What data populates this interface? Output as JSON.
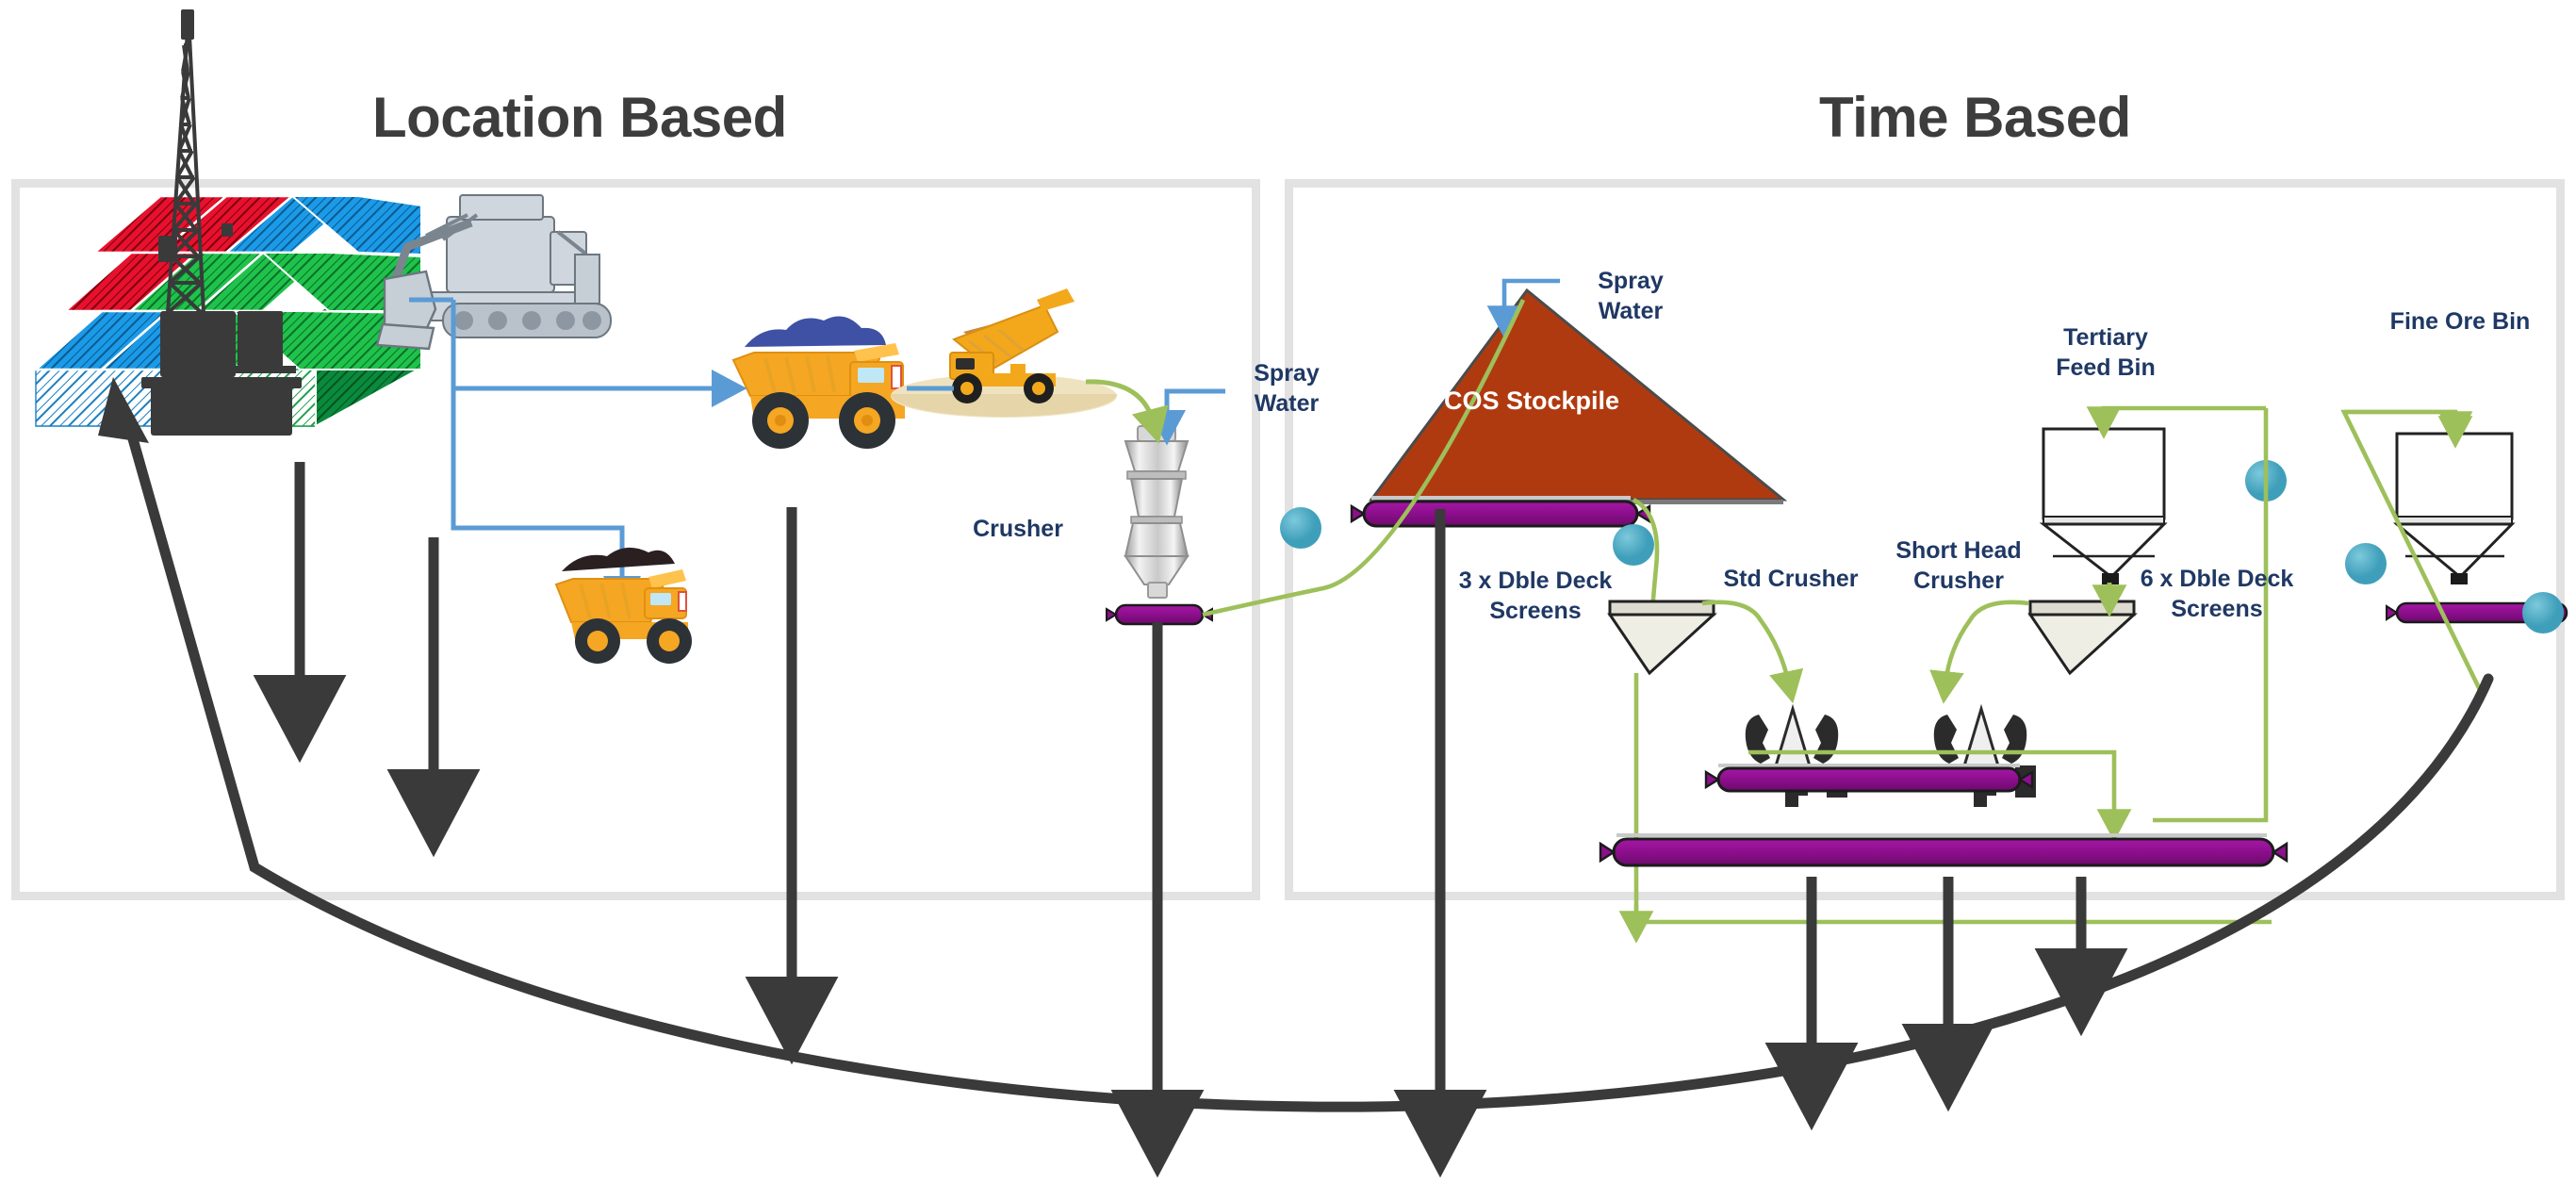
{
  "headings": {
    "left": "Location Based",
    "right": "Time Based"
  },
  "panels": {
    "left_name": "location-based-panel",
    "right_name": "time-based-panel"
  },
  "left_panel": {
    "labels": [
      {
        "text": "Spray\nWater",
        "name": "spray-water-label-crusher"
      },
      {
        "text": "Crusher",
        "name": "crusher-label"
      }
    ],
    "equipment": [
      {
        "name": "block-model",
        "caption": ""
      },
      {
        "name": "drill-rig",
        "caption": ""
      },
      {
        "name": "electric-shovel",
        "caption": ""
      },
      {
        "name": "haul-truck-loaded",
        "caption": ""
      },
      {
        "name": "haul-truck-ore",
        "caption": ""
      },
      {
        "name": "dump-truck-tipping",
        "caption": ""
      },
      {
        "name": "gyratory-crusher",
        "caption": ""
      }
    ],
    "block_model": {
      "top_rows": [
        [
          "#e8112d",
          "#e8112d",
          "#1b9ae8"
        ],
        [
          "#e8112d",
          "#1fc24b",
          "#1fc24b"
        ],
        [
          "#1b9ae8",
          "#1b9ae8",
          "#1fc24b"
        ]
      ],
      "side_color": "#0a8a3c",
      "front_color": "#ffffff"
    }
  },
  "right_panel": {
    "labels": [
      {
        "text": "Spray\nWater",
        "name": "spray-water-label-stockpile"
      },
      {
        "text": "COS Stockpile",
        "name": "cos-stockpile-label"
      },
      {
        "text": "3 x Dble Deck\nScreens",
        "name": "three-dble-deck-screens-label"
      },
      {
        "text": "Std Crusher",
        "name": "std-crusher-label"
      },
      {
        "text": "Short Head\nCrusher",
        "name": "short-head-crusher-label"
      },
      {
        "text": "Tertiary\nFeed Bin",
        "name": "tertiary-feed-bin-label"
      },
      {
        "text": "6 x Dble  Deck\nScreens",
        "name": "six-dble-deck-screens-label"
      },
      {
        "text": "Fine Ore Bin",
        "name": "fine-ore-bin-label"
      }
    ]
  },
  "colors": {
    "stockpile": "#b03a10",
    "conveyor": "#8e0f8e",
    "flow_line": "#9dc05a",
    "node": "#4FADC7",
    "water_line": "#5B9BD5",
    "arrow_dark": "#3a3a3a",
    "panel_border": "#e2e2e2",
    "title_text": "#3d3d3d",
    "label_text": "#1F3864"
  },
  "icons": {
    "spray_water_arrow": "water-arrow-icon",
    "flow_node": "transfer-node-icon",
    "conveyor": "conveyor-belt-icon",
    "screen": "vibrating-screen-icon",
    "cone_crusher": "cone-crusher-icon",
    "bin": "storage-bin-icon",
    "down_arrow": "down-arrow-icon",
    "feedback_arc": "feedback-arc-icon"
  }
}
